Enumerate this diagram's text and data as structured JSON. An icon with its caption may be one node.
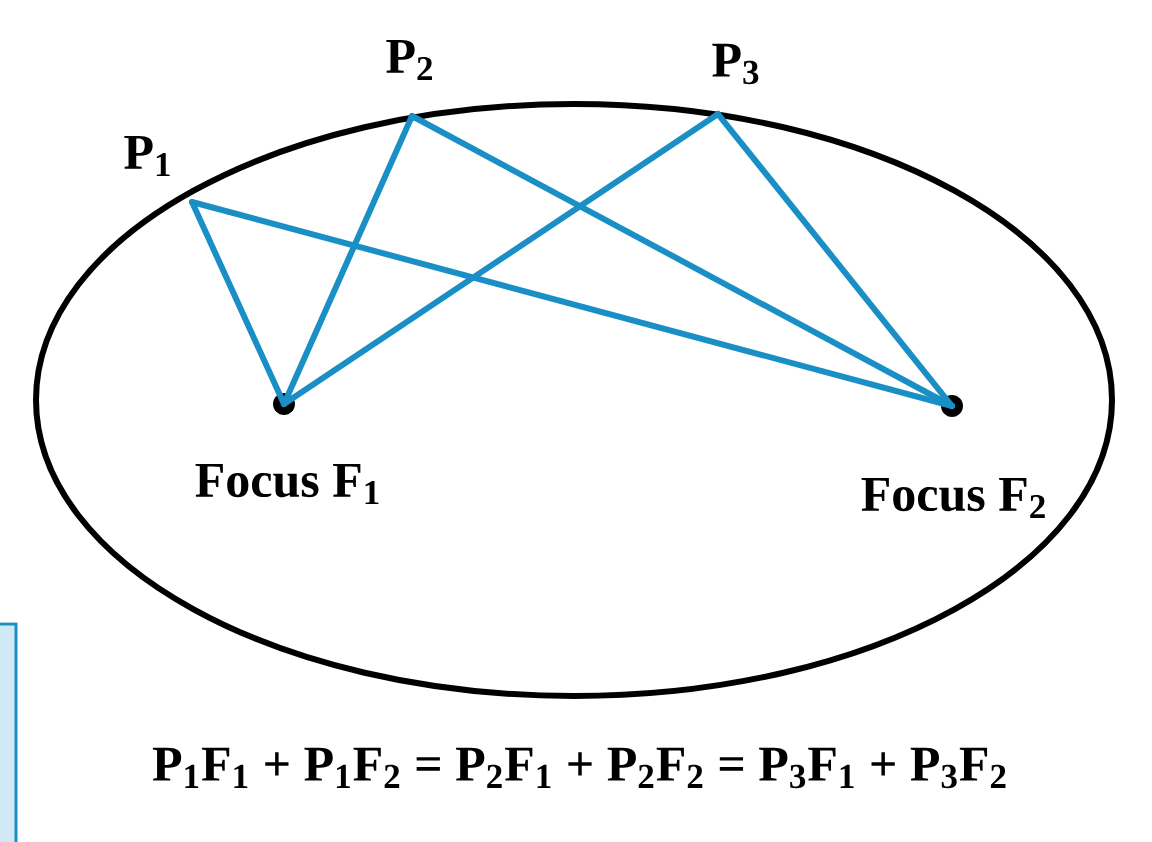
{
  "diagram": {
    "nodes": [
      {
        "text": [
          "P$_{1}$"
        ]
      },
      {
        "text": [
          "P$_{2}$"
        ]
      },
      {
        "text": [
          "P$_{3}$"
        ]
      },
      {
        "text": [
          "Focus F$_{1}$"
        ]
      },
      {
        "text": [
          "Focus F$_{2}$"
        ]
      }
    ],
    "edges": [
      {
        "from": 0,
        "to": 3,
        "arrow": "none"
      },
      {
        "from": 0,
        "to": 4,
        "arrow": "none"
      },
      {
        "from": 1,
        "to": 3,
        "arrow": "none"
      },
      {
        "from": 1,
        "to": 4,
        "arrow": "none"
      },
      {
        "from": 2,
        "to": 3,
        "arrow": "none"
      },
      {
        "from": 2,
        "to": 4,
        "arrow": "none"
      }
    ],
    "labels": [
      "P$_{1}$F$_{1}$ + P$_{1}$F$_{2}$ = P$_{2}$F$_{1}$ + P$_{2}$F$_{2}$ = P$_{3}$F$_{1}$ + P$_{3}$F$_{2}$"
    ]
  }
}
